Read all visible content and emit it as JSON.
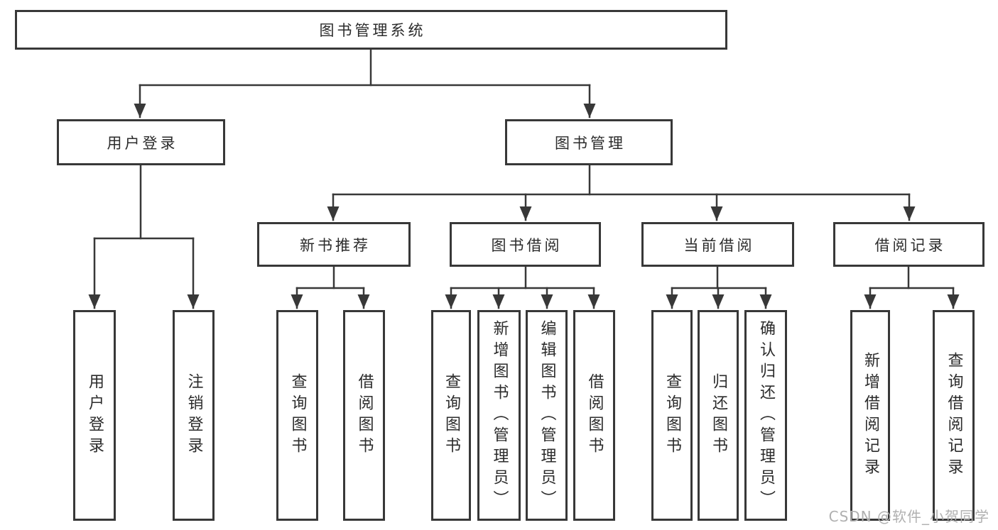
{
  "colors": {
    "line": "#383838",
    "text": "#2b2b2b",
    "watermark": "#b0b0b0",
    "bg": "#ffffff"
  },
  "watermark": {
    "text": "CSDN @软件_小贺同学"
  },
  "diagram": {
    "root": {
      "label": "图书管理系统"
    },
    "level2": [
      {
        "label": "用户登录"
      },
      {
        "label": "图书管理"
      }
    ],
    "level3": [
      {
        "label": "新书推荐"
      },
      {
        "label": "图书借阅"
      },
      {
        "label": "当前借阅"
      },
      {
        "label": "借阅记录"
      }
    ],
    "leaves": {
      "user": [
        "用户登录",
        "注销登录"
      ],
      "recommend": [
        "查询图书",
        "借阅图书"
      ],
      "borrow": [
        "查询图书",
        "新增图书（管理员）",
        "编辑图书（管理员）",
        "借阅图书"
      ],
      "current": [
        "查询图书",
        "归还图书",
        "确认归还（管理员）"
      ],
      "records": [
        "新增借阅记录",
        "查询借阅记录"
      ]
    }
  }
}
